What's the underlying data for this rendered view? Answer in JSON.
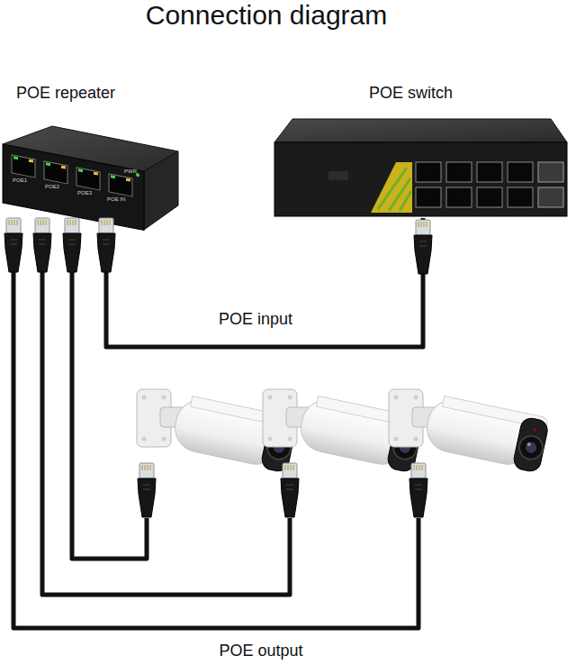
{
  "diagram": {
    "title": "Connection diagram",
    "nodes": [
      {
        "text": [
          "POE repeater"
        ]
      },
      {
        "text": [
          "POE switch"
        ]
      }
    ],
    "edges": [
      {
        "from": 0,
        "to": 1,
        "arrow": "none",
        "label": "POE input"
      }
    ],
    "labels": [
      "POE1",
      "POE2",
      "POE3",
      "POE IN",
      "PWR",
      "POE output"
    ]
  }
}
